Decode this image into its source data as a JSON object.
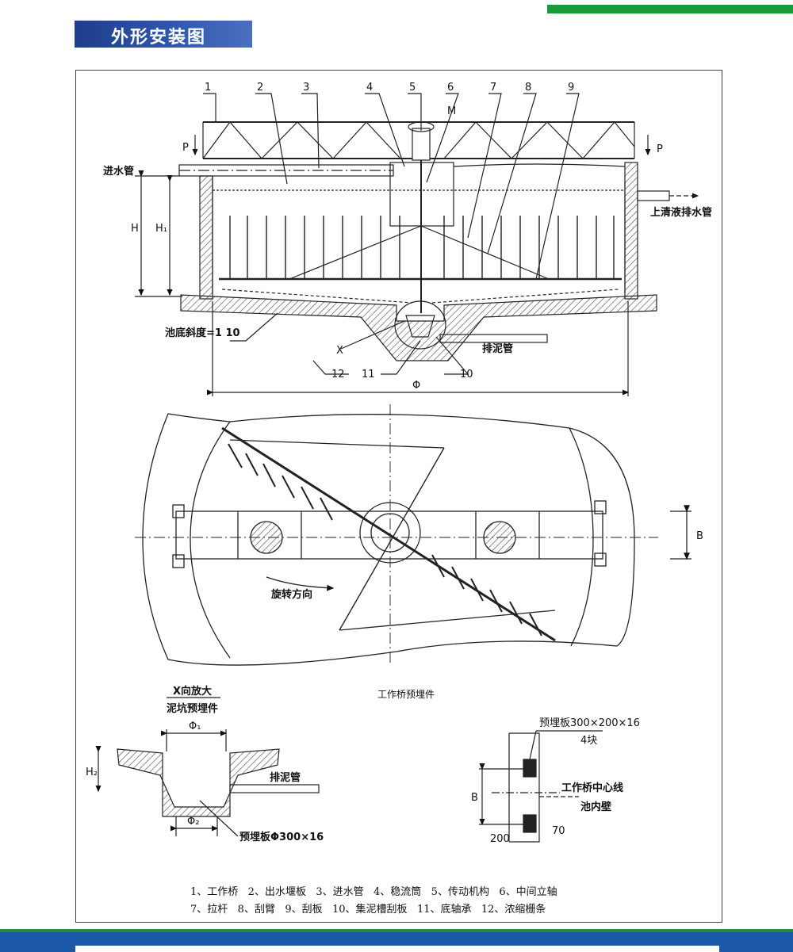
{
  "header": {
    "title": "外形安装图"
  },
  "elevation": {
    "numbers": [
      "1",
      "2",
      "3",
      "4",
      "5",
      "6",
      "7",
      "8",
      "9"
    ],
    "M": "M",
    "P_left": "P",
    "P_right": "P",
    "inlet_pipe": "进水管",
    "outlet_pipe": "上清液排水管",
    "H": "H",
    "H1": "H₁",
    "slope": "池底斜度=1  10",
    "X": "X",
    "sludge_pipe": "排泥管",
    "n12": "12",
    "n11": "11",
    "n10": "10",
    "phi": "Φ"
  },
  "plan": {
    "rotation": "旋转方向",
    "B": "B",
    "bridge_caption": "工作桥预埋件"
  },
  "detail_x": {
    "title": "X向放大",
    "subtitle": "泥坑预埋件",
    "phi1": "Φ₁",
    "H2": "H₂",
    "sludge_pipe": "排泥管",
    "phi2": "Φ₂",
    "plate": "预埋板Φ300×16"
  },
  "detail_bridge": {
    "plate": "预埋板300×200×16",
    "count": "4块",
    "centerline": "工作桥中心线",
    "wall": "池内壁",
    "B": "B",
    "dim200": "200",
    "dim70": "70"
  },
  "legend": {
    "line1": "1、工作桥   2、出水堰板   3、进水管   4、稳流筒   5、传动机构   6、中间立轴",
    "line2": "7、拉杆   8、刮臂   9、刮板   10、集泥槽刮板   11、底轴承   12、浓缩栅条"
  }
}
